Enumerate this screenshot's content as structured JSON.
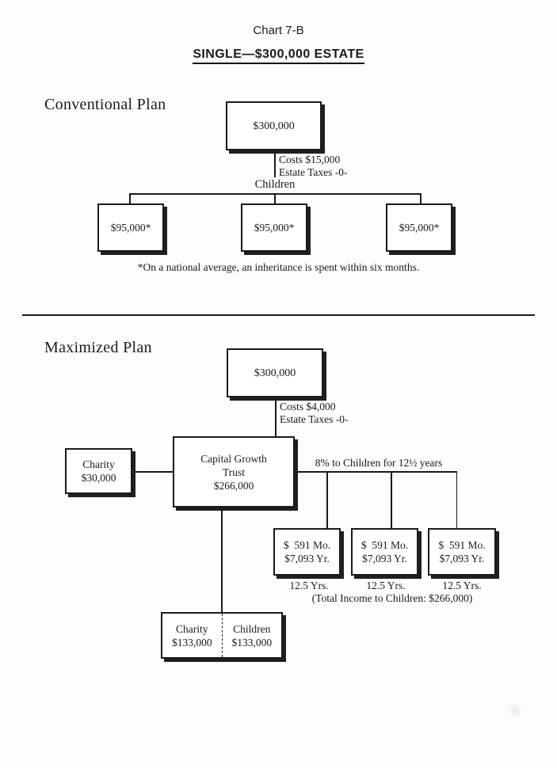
{
  "page": {
    "chart_label": "Chart 7-B",
    "title": "SINGLE—$300,000 ESTATE"
  },
  "conventional": {
    "heading": "Conventional Plan",
    "estate_box": "$300,000",
    "costs_line1": "Costs $15,000",
    "costs_line2": "Estate Taxes -0-",
    "children_label": "Children",
    "child_boxes": [
      "$95,000*",
      "$95,000*",
      "$95,000*"
    ],
    "footnote": "*On a national average, an inheritance is spent within six months."
  },
  "maximized": {
    "heading": "Maximized Plan",
    "estate_box": "$300,000",
    "costs_line1": "Costs $4,000",
    "costs_line2": "Estate Taxes -0-",
    "charity_box": {
      "line1": "Charity",
      "line2": "$30,000"
    },
    "trust_box": {
      "line1": "Capital Growth",
      "line2": "Trust",
      "line3": "$266,000"
    },
    "income_note": "8% to Children for 12½ years",
    "income_boxes": [
      {
        "monthly": "$  591 Mo.",
        "yearly": "$7,093 Yr."
      },
      {
        "monthly": "$  591 Mo.",
        "yearly": "$7,093 Yr."
      },
      {
        "monthly": "$  591 Mo.",
        "yearly": "$7,093 Yr."
      }
    ],
    "years_labels": [
      "12.5 Yrs.",
      "12.5 Yrs.",
      "12.5 Yrs."
    ],
    "total_income": "(Total Income to Children: $266,000)",
    "remainder_box": {
      "left_line1": "Charity",
      "left_line2": "$133,000",
      "right_line1": "Children",
      "right_line2": "$133,000"
    }
  }
}
